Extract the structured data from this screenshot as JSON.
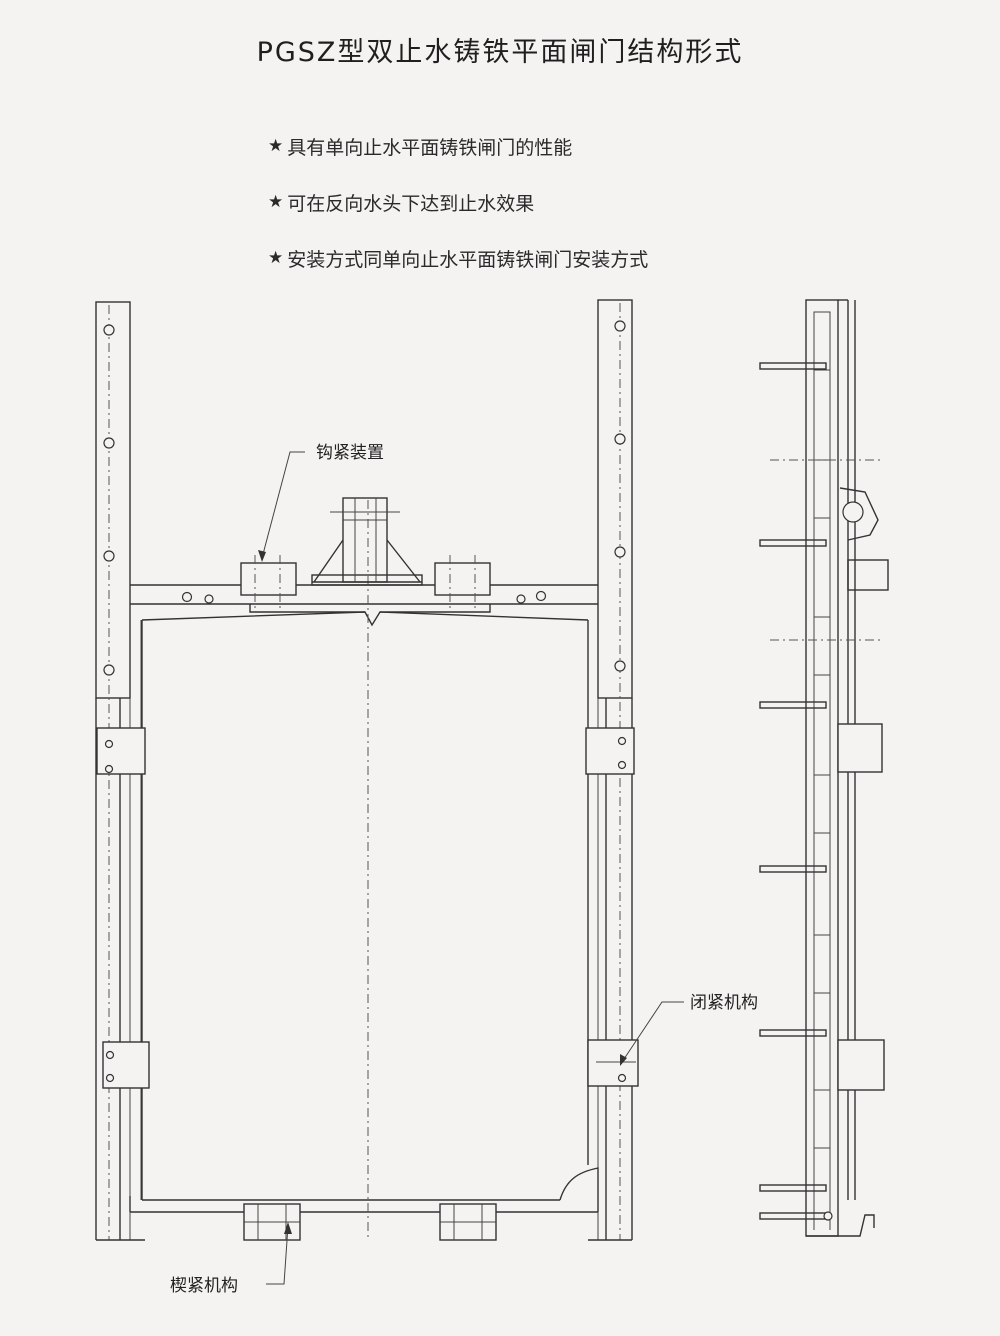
{
  "title": "PGSZ型双止水铸铁平面闸门结构形式",
  "features": [
    {
      "icon": "star-icon",
      "text": "具有单向止水平面铸铁闸门的性能"
    },
    {
      "icon": "star-icon",
      "text": "可在反向水头下达到止水效果"
    },
    {
      "icon": "star-icon",
      "text": "安装方式同单向止水平面铸铁闸门安装方式"
    }
  ],
  "labels": {
    "hook_device": "钩紧装置",
    "closing_mechanism": "闭紧机构",
    "wedge_mechanism": "楔紧机构"
  },
  "colors": {
    "line": "#333333",
    "paper": "#f4f3f1"
  }
}
